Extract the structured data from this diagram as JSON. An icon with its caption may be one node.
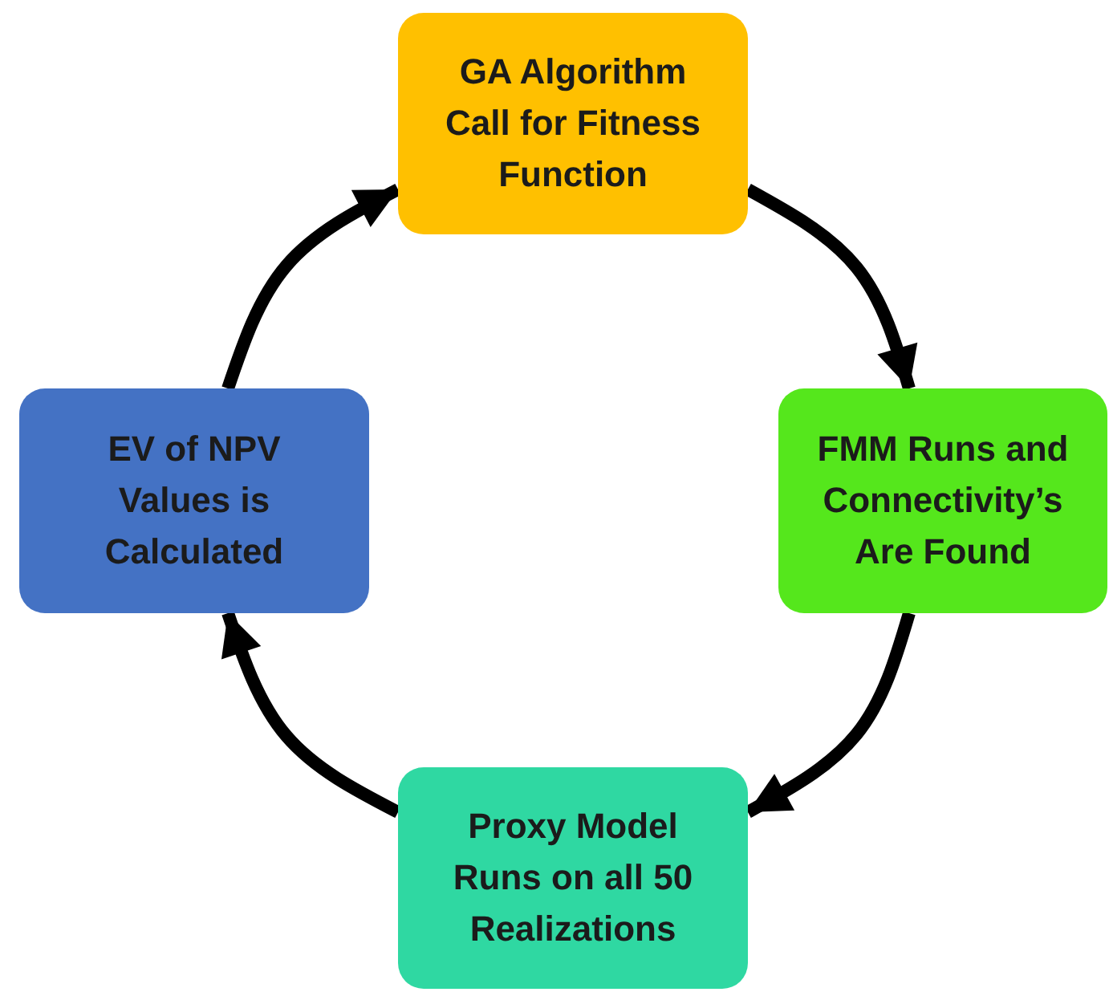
{
  "diagram": {
    "nodes": [
      {
        "text": [
          "GA Algorithm Call for Fitness Function"
        ]
      },
      {
        "text": [
          "FMM Runs and Connectivity’s Are Found"
        ]
      },
      {
        "text": [
          "Proxy Model Runs on all 50 Realizations"
        ]
      },
      {
        "text": [
          "EV of NPV Values is Calculated"
        ]
      }
    ],
    "edges": [
      {
        "from": 0,
        "to": 1,
        "arrow": "to"
      },
      {
        "from": 1,
        "to": 2,
        "arrow": "to"
      },
      {
        "from": 2,
        "to": 3,
        "arrow": "to"
      },
      {
        "from": 3,
        "to": 0,
        "arrow": "to"
      }
    ]
  }
}
